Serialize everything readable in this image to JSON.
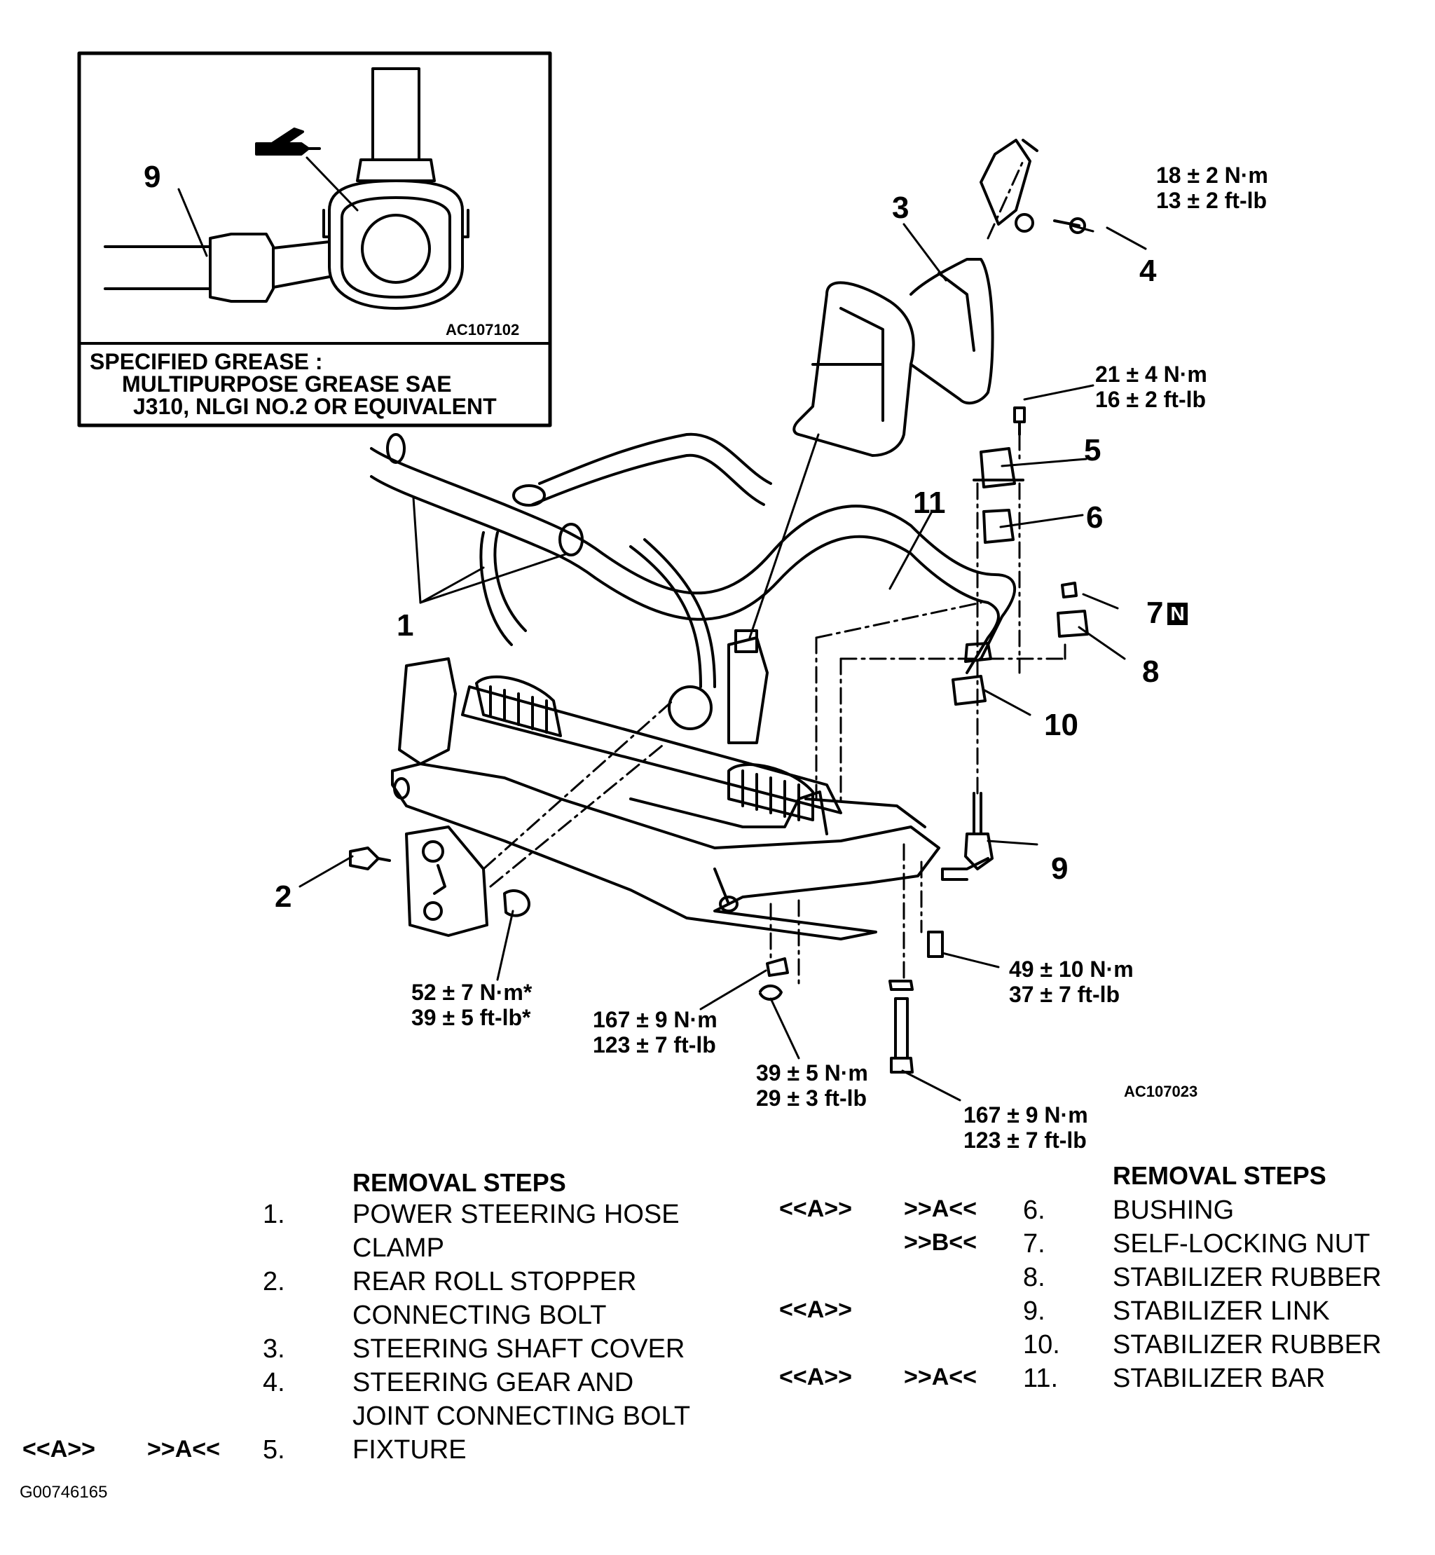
{
  "inset": {
    "callout": "9",
    "figure_code": "AC107102",
    "grease_note": [
      "SPECIFIED GREASE :",
      "MULTIPURPOSE GREASE SAE",
      "J310, NLGI NO.2 OR EQUIVALENT"
    ]
  },
  "figure_code": "AC107023",
  "document_code": "G00746165",
  "callouts": {
    "c1": "1",
    "c2": "2",
    "c3": "3",
    "c4": "4",
    "c5": "5",
    "c6": "6",
    "c7": "7",
    "c7_mark": "N",
    "c8": "8",
    "c9": "9",
    "c10": "10",
    "c11": "11"
  },
  "torques": {
    "t4": [
      "18 ± 2 N·m",
      "13 ± 2 ft-lb"
    ],
    "t5": [
      "21 ± 4 N·m",
      "16 ± 2 ft-lb"
    ],
    "t_stopper": [
      "52 ± 7 N·m*",
      "39 ± 5 ft-lb*"
    ],
    "t_front": [
      "167 ± 9 N·m",
      "123 ± 7 ft-lb"
    ],
    "t_mid": [
      "39 ± 5 N·m",
      "29 ± 3 ft-lb"
    ],
    "t_side": [
      "49 ± 10 N·m",
      "37 ± 7 ft-lb"
    ],
    "t_bottom": [
      "167 ± 9 N·m",
      "123 ± 7 ft-lb"
    ]
  },
  "removal_steps": {
    "heading_left": "REMOVAL STEPS",
    "heading_right": "REMOVAL STEPS",
    "left": [
      {
        "n": "1.",
        "lines": [
          "POWER STEERING HOSE",
          "CLAMP"
        ],
        "ref1": "",
        "ref2": ""
      },
      {
        "n": "2.",
        "lines": [
          "REAR ROLL STOPPER",
          "CONNECTING BOLT"
        ],
        "ref1": "",
        "ref2": ""
      },
      {
        "n": "3.",
        "lines": [
          "STEERING SHAFT COVER"
        ],
        "ref1": "",
        "ref2": ""
      },
      {
        "n": "4.",
        "lines": [
          "STEERING GEAR AND",
          "JOINT CONNECTING BOLT"
        ],
        "ref1": "",
        "ref2": ""
      },
      {
        "n": "5.",
        "lines": [
          "FIXTURE"
        ],
        "ref1": "<<A>>",
        "ref2": ">>A<<"
      }
    ],
    "right": [
      {
        "n": "6.",
        "text": "BUSHING",
        "ref1": "<<A>>",
        "ref2": ">>A<<"
      },
      {
        "n": "7.",
        "text": "SELF-LOCKING NUT",
        "ref1": "",
        "ref2": ">>B<<"
      },
      {
        "n": "8.",
        "text": "STABILIZER RUBBER",
        "ref1": "",
        "ref2": ""
      },
      {
        "n": "9.",
        "text": "STABILIZER LINK",
        "ref1": "<<A>>",
        "ref2": ""
      },
      {
        "n": "10.",
        "text": "STABILIZER RUBBER",
        "ref1": "",
        "ref2": ""
      },
      {
        "n": "11.",
        "text": "STABILIZER BAR",
        "ref1": "<<A>>",
        "ref2": ">>A<<"
      }
    ]
  }
}
